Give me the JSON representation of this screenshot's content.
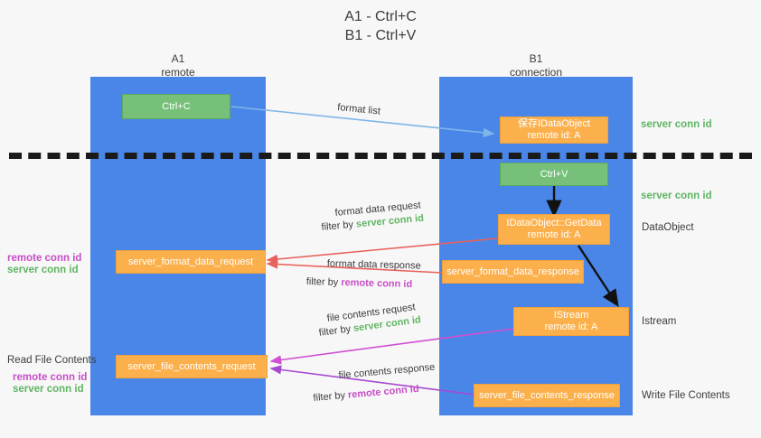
{
  "title": {
    "line1": "A1 - Ctrl+C",
    "line2": "B1 - Ctrl+V"
  },
  "columns": [
    {
      "name": "A1",
      "sub": "remote"
    },
    {
      "name": "B1",
      "sub": "connection"
    }
  ],
  "boxes": {
    "ctrl_c": {
      "label": "Ctrl+C"
    },
    "ctrl_v": {
      "label": "Ctrl+V"
    },
    "idataobject": {
      "line1": "保存IDataObject",
      "line2": "remote id: A"
    },
    "getdata": {
      "line1": "IDataObject::GetData",
      "line2": "remote id: A"
    },
    "istream": {
      "line1": "IStream",
      "line2": "remote id: A"
    },
    "server_format_data_request": {
      "label": "server_format_data_request"
    },
    "server_format_data_response": {
      "label": "server_format_data_response"
    },
    "server_file_contents_request": {
      "label": "server_file_contents_request"
    },
    "server_file_contents_response": {
      "label": "server_file_contents_response"
    }
  },
  "right_labels": [
    {
      "text": "server conn id",
      "kind": "green"
    },
    {
      "text": "server conn id",
      "kind": "green"
    },
    {
      "text": "DataObject",
      "kind": "dark"
    },
    {
      "text": "Istream",
      "kind": "dark"
    },
    {
      "text": "Write File Contents",
      "kind": "dark"
    }
  ],
  "left_labels": {
    "group1": {
      "remote": "remote conn id",
      "server": "server conn id"
    },
    "group2": {
      "heading": "Read File Contents",
      "remote": "remote conn id",
      "server": "server conn id"
    }
  },
  "edges": {
    "format_list": "format list",
    "format_data_request": {
      "main": "format data request",
      "filter_prefix": "filter by ",
      "filter_key": "server conn id"
    },
    "format_data_response": {
      "main": "format data response",
      "filter_prefix": "filter by ",
      "filter_key": "remote conn id"
    },
    "file_contents_request": {
      "main": "file contents request",
      "filter_prefix": "filter by ",
      "filter_key": "server conn id"
    },
    "file_contents_response": {
      "main": "file contents response",
      "filter_prefix": "filter by ",
      "filter_key": "remote conn id"
    }
  },
  "colors": {
    "lane": "#4a86e8",
    "green_box": "#76c07a",
    "orange_box": "#fbb04c",
    "green_text": "#5fb562",
    "purple_text": "#c74ec7",
    "arrow_blue": "#7eb6e8",
    "arrow_red": "#e8615a",
    "arrow_magenta": "#d14fd1",
    "arrow_purple": "#a64ad1",
    "arrow_black": "#111111",
    "background": "#f7f7f7"
  }
}
